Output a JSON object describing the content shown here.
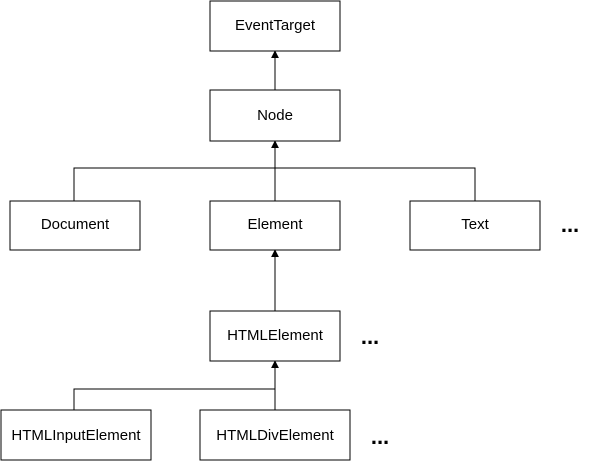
{
  "diagram": {
    "nodes": {
      "event_target": "EventTarget",
      "node": "Node",
      "document": "Document",
      "element": "Element",
      "text": "Text",
      "html_element": "HTMLElement",
      "html_input_element": "HTMLInputElement",
      "html_div_element": "HTMLDivElement"
    },
    "ellipses": {
      "row_node_children": "...",
      "row_element_children": "...",
      "row_html_element_children": "..."
    }
  }
}
